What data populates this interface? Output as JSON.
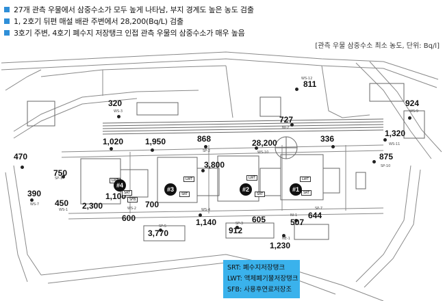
{
  "bullets": [
    "27개 관측 우물에서 삼중수소가 모두 높게 나타남, 부지 경계도 높은 농도 검출",
    "1, 2호기 뒤편 매설 배관 주변에서 28,200(Bq/L) 검출",
    "3호기 주변, 4호기 폐수지 저장탱크 인접 관측 우물의 삼중수소가 매우 높음"
  ],
  "note": "[관측 우물 삼중수소 최소 농도, 단위: Bq/l]",
  "values": [
    "811",
    "320",
    "924",
    "727",
    "1,320",
    "1,020",
    "1,950",
    "868",
    "28,200",
    "336",
    "875",
    "470",
    "750",
    "3,800",
    "390",
    "450",
    "1,100",
    "2,300",
    "700",
    "600",
    "1,140",
    "605",
    "507",
    "644",
    "912",
    "3,770",
    "1,230"
  ],
  "well_ids": [
    "WS-12",
    "WS-3",
    "WS-9",
    "NI-2",
    "WS-11",
    "SP-2",
    "WS-10",
    "SP-10",
    "SP-1",
    "WS-7",
    "WS-4",
    "SP-3",
    "NI-1",
    "SP-7",
    "NE-1",
    "SP-5",
    "WS-1",
    "WS-2"
  ],
  "units": [
    "#4",
    "#3",
    "#2",
    "#1"
  ],
  "tanks": [
    "LWT",
    "SRT",
    "SFB"
  ],
  "legend": [
    "SRT: 폐수지저장탱크",
    "LWT: 액체폐기물저장탱크",
    "SFB: 사용후연료저장조"
  ],
  "colors": {
    "bullet": "#2f8fd8",
    "legend_bg": "#3ab2ec"
  }
}
